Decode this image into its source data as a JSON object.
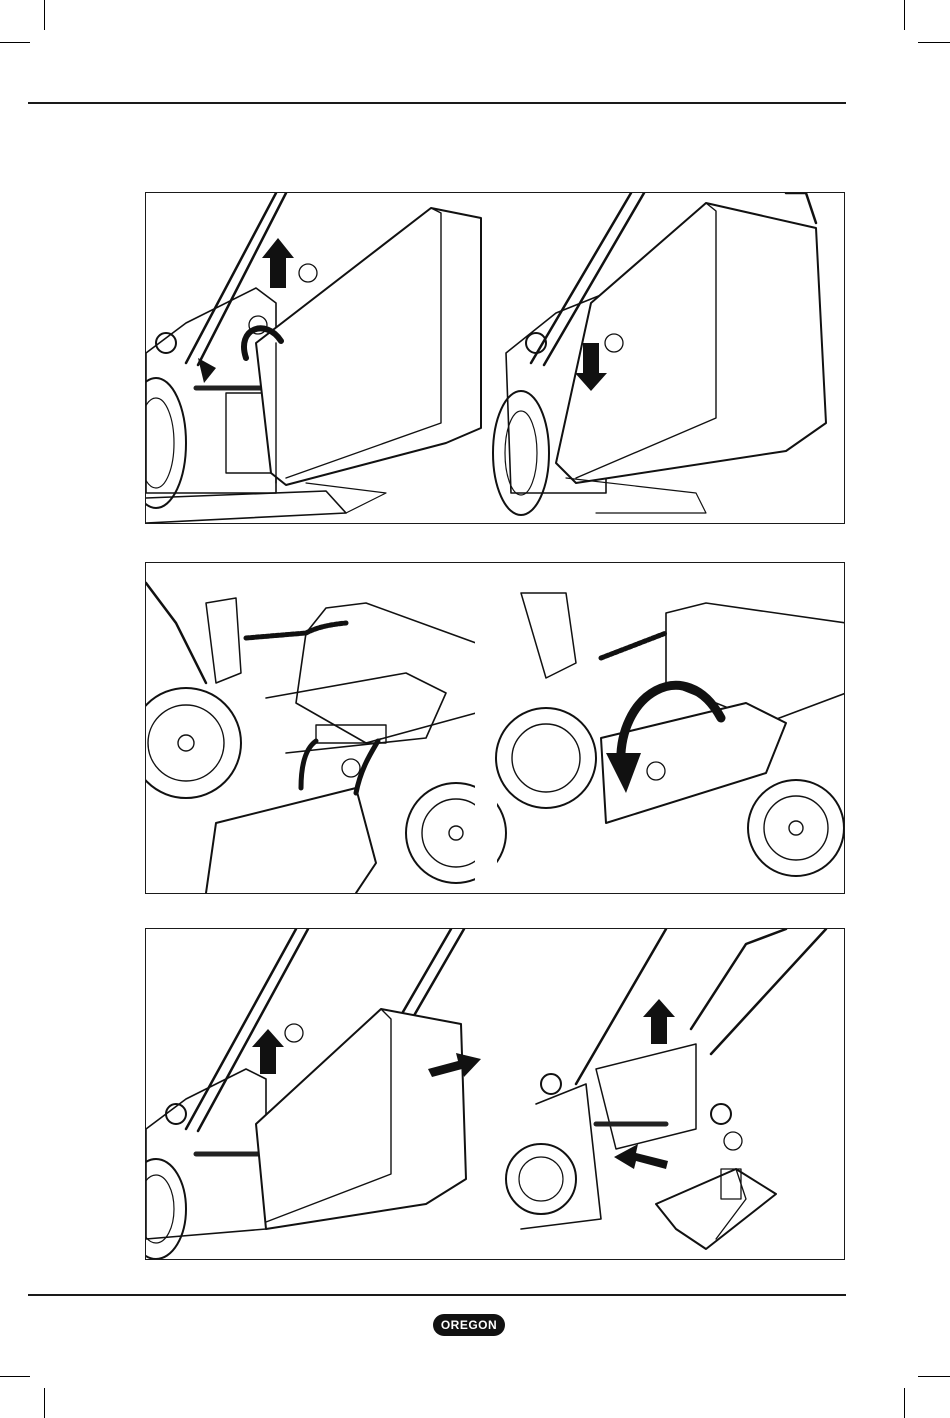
{
  "brand": {
    "logo_text": "OREGON",
    "color": "#111111"
  },
  "panels": [
    {
      "id": "remove-grassbox",
      "steps": [
        "lift-flap",
        "unhook-grassbox"
      ]
    },
    {
      "id": "mulching-plug",
      "steps": [
        "release-clips",
        "fold-cover"
      ]
    },
    {
      "id": "side-discharge",
      "steps": [
        "lift-flap",
        "insert-chute"
      ]
    }
  ]
}
